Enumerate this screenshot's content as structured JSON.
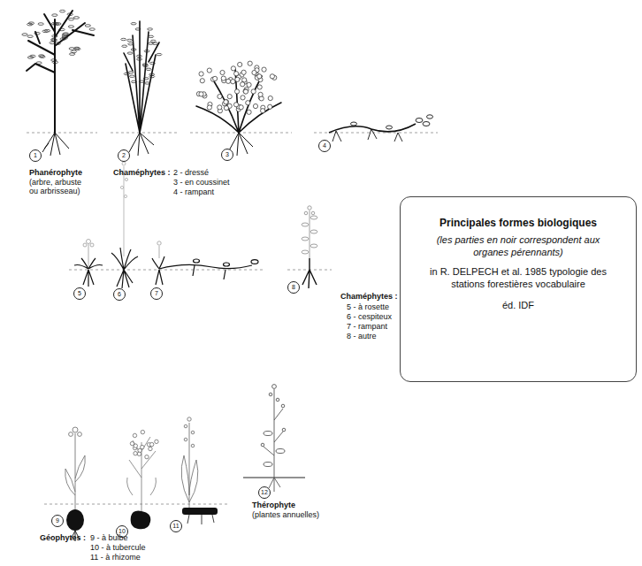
{
  "diagram": {
    "nodes": [
      {
        "text": [
          "Principales formes biologiques",
          "(les parties en noir correspondent aux organes pérennants)",
          "in R. DELPECH et al. 1985 typologie des stations forestières vocabulaire",
          "éd. IDF"
        ]
      }
    ],
    "labels": [
      "1",
      "Phanérophyte",
      "(arbre, arbuste ou arbrisseau)",
      "2",
      "3",
      "4",
      "Chaméphytes :",
      "2 - dressé",
      "3 - en coussinet",
      "4 - rampant",
      "5",
      "6",
      "7",
      "8",
      "Chaméphytes :",
      "5 - à rosette",
      "6 - cespiteux",
      "7 - rampant",
      "8 - autre",
      "9",
      "10",
      "11",
      "Géophytes :",
      "9 - à bulbe",
      "10 - à tubercule",
      "11 - à rhizome",
      "12",
      "Thérophyte",
      "(plantes annuelles)"
    ]
  }
}
